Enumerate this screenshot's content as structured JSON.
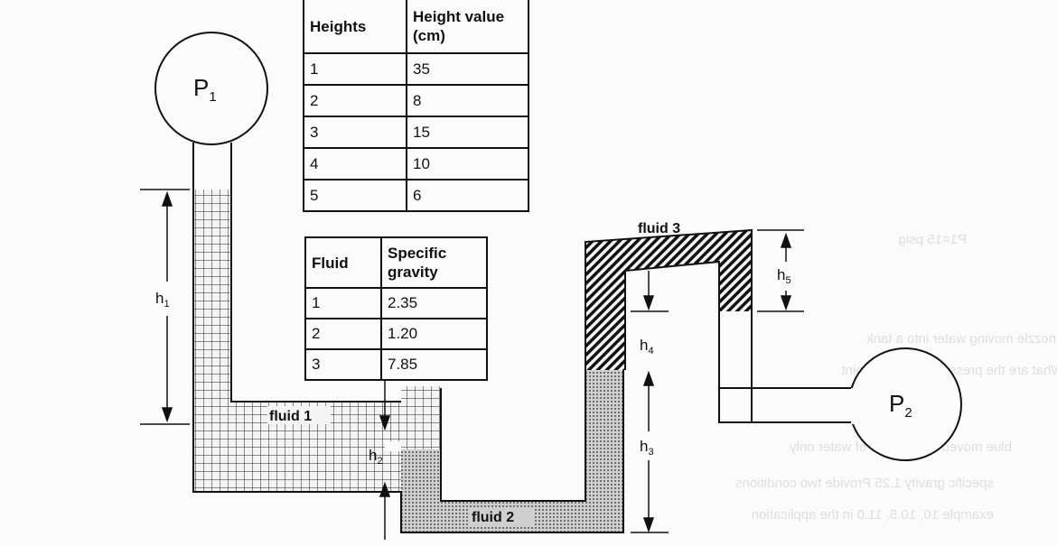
{
  "heights_table": {
    "headers": [
      "Heights",
      "Height value (cm)"
    ],
    "rows": [
      [
        "1",
        "35"
      ],
      [
        "2",
        "8"
      ],
      [
        "3",
        "15"
      ],
      [
        "4",
        "10"
      ],
      [
        "5",
        "6"
      ]
    ]
  },
  "gravity_table": {
    "headers": [
      "Fluid",
      "Specific gravity"
    ],
    "rows": [
      [
        "1",
        "2.35"
      ],
      [
        "2",
        "1.20"
      ],
      [
        "3",
        "7.85"
      ]
    ]
  },
  "labels": {
    "p1": "P",
    "p1_sub": "1",
    "p2": "P",
    "p2_sub": "2",
    "h1": "h",
    "h1_sub": "1",
    "h2": "h",
    "h2_sub": "2",
    "h3": "h",
    "h3_sub": "3",
    "h4": "h",
    "h4_sub": "4",
    "h5": "h",
    "h5_sub": "5",
    "fluid1": "fluid 1",
    "fluid2": "fluid 2",
    "fluid3": "fluid 3"
  }
}
